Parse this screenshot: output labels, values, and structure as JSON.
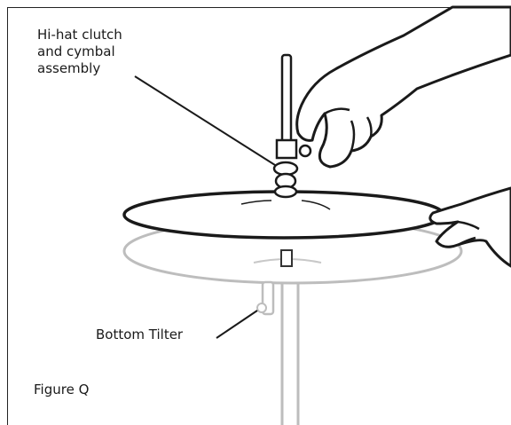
{
  "labels": {
    "clutch_line1": "Hi-hat clutch",
    "clutch_line2": "and cymbal",
    "clutch_line3": "assembly",
    "bottom_tilter": "Bottom Tilter",
    "figure": "Figure Q"
  },
  "colors": {
    "ink": "#1a1a1a",
    "gray_part": "#b8b8b8",
    "background": "#ffffff"
  }
}
